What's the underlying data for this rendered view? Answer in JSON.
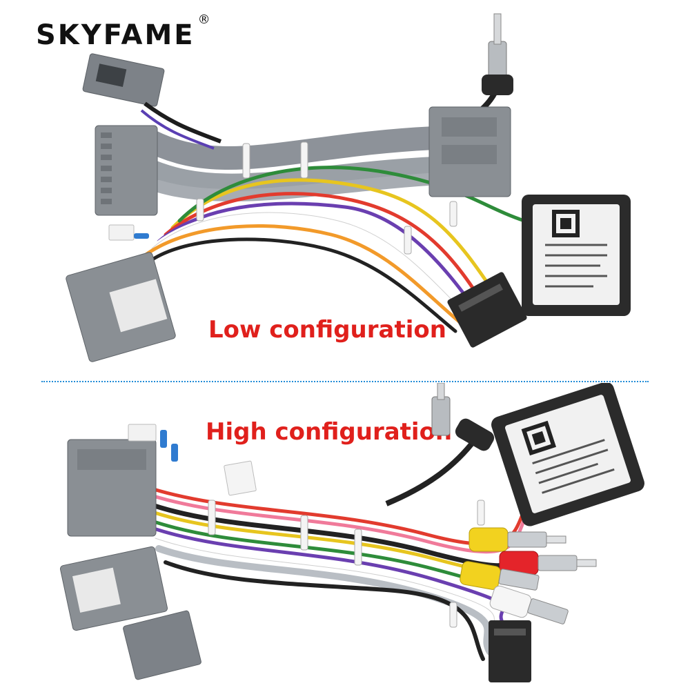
{
  "brand": {
    "name": "SKYFAME",
    "registered_mark": "®"
  },
  "sections": {
    "low": {
      "label": "Low configuration"
    },
    "high": {
      "label": "High configuration"
    }
  },
  "colors": {
    "label_red": "#e0201c",
    "divider_blue": "#1f8bd6",
    "connector_gray": "#8a8f94",
    "decoder_dark": "#2b2b2b"
  }
}
